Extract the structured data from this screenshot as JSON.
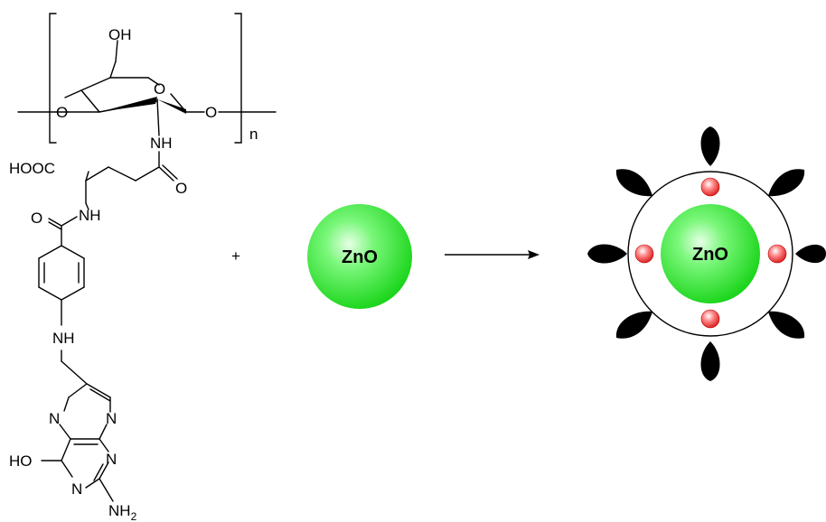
{
  "molecule": {
    "atoms": {
      "oh_top": "OH",
      "ring_o": "O",
      "o_left": "O",
      "o_right": "O",
      "repeat_n": "n",
      "nh_amide": "NH",
      "hooc": "HOOC",
      "o_carbonyl_right": "O",
      "o_carbonyl_left": "O",
      "nh_mid": "NH",
      "nh_aniline": "NH",
      "n_pyrazine_left": "N",
      "n_pyrazine_right": "N",
      "n_pteridine_mid": "N",
      "n_pyrimidine_bottom": "N",
      "ho": "HO",
      "nh2_main": "NH",
      "nh2_sub": "2"
    }
  },
  "reaction": {
    "plus": "+",
    "reactant_label": "ZnO",
    "product_label": "ZnO"
  },
  "colors": {
    "sphere_green": "#2ee82e",
    "sphere_highlight": "#e6ffe6",
    "red_dot": "#e01818",
    "black": "#000000"
  }
}
